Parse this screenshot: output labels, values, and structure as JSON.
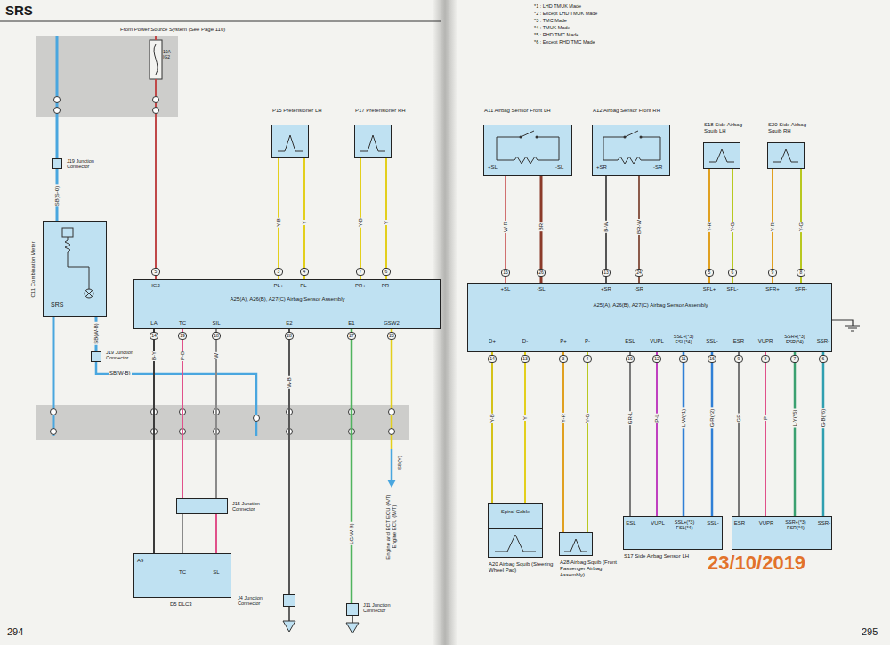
{
  "diagram": {
    "title": "SRS",
    "nodes": [
      {
        "text": [
          "P15 Pretensioner LH"
        ]
      },
      {
        "text": [
          "P17 Pretensioner RH"
        ]
      },
      {
        "text": [
          "C11 Combination Meter",
          "SRS"
        ]
      },
      {
        "text": [
          "J19 Junction Connector"
        ]
      },
      {
        "text": [
          "J19 Junction Connector"
        ]
      },
      {
        "text": [
          "A25(A), A26(B), A27(C) Airbag Sensor Assembly"
        ]
      },
      {
        "text": [
          "J15 Junction Connector"
        ]
      },
      {
        "text": [
          "D5 DLC3"
        ]
      },
      {
        "text": [
          "J4 Junction Connector"
        ]
      },
      {
        "text": [
          "J11 Junction Connector"
        ]
      },
      {
        "text": [
          "A11 Airbag Sensor Front LH",
          "+SL",
          "-SL"
        ]
      },
      {
        "text": [
          "A12 Airbag Sensor Front RH",
          "+SR",
          "-SR"
        ]
      },
      {
        "text": [
          "S18 Side Airbag Squib LH"
        ]
      },
      {
        "text": [
          "S20 Side Airbag Squib RH"
        ]
      },
      {
        "text": [
          "A25(A), A26(B), A27(C) Airbag Sensor Assembly"
        ]
      },
      {
        "text": [
          "A20 Airbag Squib (Steering Wheel Pad)"
        ]
      },
      {
        "text": [
          "Spiral Cable"
        ],
        "in": 15
      },
      {
        "text": [
          "A28 Airbag Squib (Front Passenger Airbag Assembly)"
        ]
      },
      {
        "text": [
          "S17 Side Airbag Sensor LH",
          "ESL",
          "VUPL",
          "SSL+(*3) FSL(*4)",
          "SSL-"
        ]
      },
      {
        "text": [
          "ESR",
          "VUPR",
          "SSR+(*3) FSR(*4)",
          "SSR-"
        ]
      }
    ],
    "edges": [
      {
        "from": 0,
        "to": 5,
        "arrow": "none",
        "label": "Y-B"
      },
      {
        "from": 0,
        "to": 5,
        "arrow": "none",
        "label": "Y"
      },
      {
        "from": 1,
        "to": 5,
        "arrow": "none",
        "label": "Y-B"
      },
      {
        "from": 1,
        "to": 5,
        "arrow": "none",
        "label": "Y"
      },
      {
        "from": 3,
        "to": 2,
        "arrow": "none",
        "label": "SB(S-O)"
      },
      {
        "from": 2,
        "to": 4,
        "arrow": "none",
        "label": "SB(W-B)"
      },
      {
        "from": 5,
        "to": 7,
        "arrow": "none",
        "label": "B-Y"
      },
      {
        "from": 5,
        "to": 6,
        "arrow": "none",
        "label": "P-B"
      },
      {
        "from": 5,
        "to": 6,
        "arrow": "none",
        "label": "W"
      },
      {
        "from": 6,
        "to": 7,
        "arrow": "none"
      },
      {
        "from": 6,
        "to": 7,
        "arrow": "none"
      },
      {
        "from": 5,
        "to": 8,
        "arrow": "none",
        "label": "W-B"
      },
      {
        "from": 5,
        "to": 9,
        "arrow": "none",
        "label": "LG(W-B)"
      },
      {
        "from": 10,
        "to": 14,
        "arrow": "none",
        "label": "W-R"
      },
      {
        "from": 10,
        "to": 14,
        "arrow": "none",
        "label": "BR"
      },
      {
        "from": 11,
        "to": 14,
        "arrow": "none",
        "label": "B-W"
      },
      {
        "from": 11,
        "to": 14,
        "arrow": "none",
        "label": "BR-W"
      },
      {
        "from": 12,
        "to": 14,
        "arrow": "none",
        "label": "Y-R"
      },
      {
        "from": 12,
        "to": 14,
        "arrow": "none",
        "label": "Y-G"
      },
      {
        "from": 13,
        "to": 14,
        "arrow": "none",
        "label": "Y-R"
      },
      {
        "from": 13,
        "to": 14,
        "arrow": "none",
        "label": "Y-G"
      },
      {
        "from": 14,
        "to": 16,
        "arrow": "none",
        "label": "Y-B"
      },
      {
        "from": 14,
        "to": 16,
        "arrow": "none",
        "label": "Y"
      },
      {
        "from": 14,
        "to": 17,
        "arrow": "none",
        "label": "Y-R"
      },
      {
        "from": 14,
        "to": 17,
        "arrow": "none",
        "label": "Y-G"
      },
      {
        "from": 14,
        "to": 18,
        "arrow": "none",
        "label": "GR-L"
      },
      {
        "from": 14,
        "to": 18,
        "arrow": "none",
        "label": "P-L"
      },
      {
        "from": 14,
        "to": 18,
        "arrow": "none",
        "label": "L-W(*1)"
      },
      {
        "from": 14,
        "to": 18,
        "arrow": "none",
        "label": "G-R(*2)"
      },
      {
        "from": 14,
        "to": 19,
        "arrow": "none",
        "label": "GR"
      },
      {
        "from": 14,
        "to": 19,
        "arrow": "none",
        "label": "P"
      },
      {
        "from": 14,
        "to": 19,
        "arrow": "none",
        "label": "L-Y(*5)"
      },
      {
        "from": 14,
        "to": 19,
        "arrow": "none",
        "label": "G-B(*6)"
      }
    ],
    "labels": [
      "From Power Source System (See Page 110)",
      "10A IG2",
      "IG2",
      "PL+",
      "PL-",
      "PR+",
      "PR-",
      "LA",
      "TC",
      "SIL",
      "E2",
      "E1",
      "GSW2",
      "5",
      "3",
      "4",
      "7",
      "6",
      "14",
      "19",
      "18",
      "28",
      "27",
      "23",
      "A9",
      "TC",
      "SL",
      "SB(W-B)",
      "SB(Y)",
      "Engine and ECT ECU (A/T) Engine ECU (M/T)",
      "294",
      "*1 : LHD TMUK Made",
      "*2 : Except LHD TMUK Made",
      "*3 : TMC Made",
      "*4 : TMUK Made",
      "*5 : RHD TMC Made",
      "*6 : Except RHD TMC Made",
      "+SL",
      "-SL",
      "+SR",
      "-SR",
      "SFL+",
      "SFL-",
      "SFR+",
      "SFR-",
      "D+",
      "D-",
      "P+",
      "P-",
      "ESL",
      "VUPL",
      "SSL+(*3) FSL(*4)",
      "SSL-",
      "ESR",
      "VUPR",
      "SSR+(*3) FSR(*4)",
      "SSR-",
      "15",
      "26",
      "13",
      "24",
      "5",
      "6",
      "9",
      "8",
      "14",
      "13",
      "3",
      "4",
      "10",
      "12",
      "11",
      "16",
      "9",
      "8",
      "7",
      "6",
      "23/10/2019",
      "295"
    ]
  }
}
